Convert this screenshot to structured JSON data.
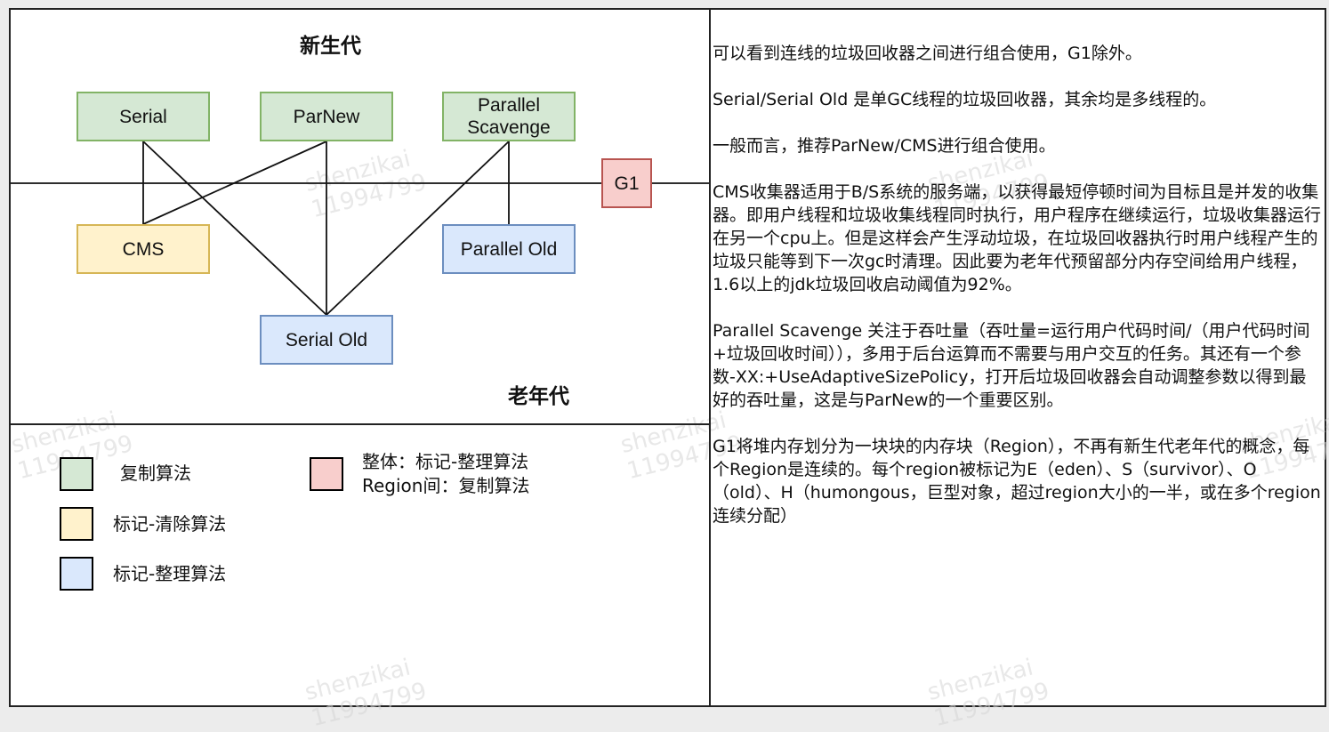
{
  "regions": {
    "young_gen": "新生代",
    "old_gen": "老年代"
  },
  "collectors": {
    "serial": "Serial",
    "parnew": "ParNew",
    "parallel_scavenge": "Parallel\nScavenge",
    "g1": "G1",
    "cms": "CMS",
    "parallel_old": "Parallel Old",
    "serial_old": "Serial Old"
  },
  "legend": {
    "copy": "复制算法",
    "mark_sweep": "标记-清除算法",
    "mark_compact": "标记-整理算法",
    "g1_line1": "整体：标记-整理算法",
    "g1_line2": "Region间：复制算法"
  },
  "colors": {
    "copy": "#d5e8d4",
    "mark_sweep": "#fff2cc",
    "mark_compact": "#dae8fc",
    "g1": "#f8cecc"
  },
  "notes": [
    "可以看到连线的垃圾回收器之间进行组合使用，G1除外。",
    "Serial/Serial Old 是单GC线程的垃圾回收器，其余均是多线程的。",
    "一般而言，推荐ParNew/CMS进行组合使用。",
    "CMS收集器适用于B/S系统的服务端，以获得最短停顿时间为目标且是并发的收集器。即用户线程和垃圾收集线程同时执行，用户程序在继续运行，垃圾收集器运行在另一个cpu上。但是这样会产生浮动垃圾，在垃圾回收器执行时用户线程产生的垃圾只能等到下一次gc时清理。因此要为老年代预留部分内存空间给用户线程，1.6以上的jdk垃圾回收启动阈值为92%。",
    "Parallel Scavenge 关注于吞吐量（吞吐量=运行用户代码时间/（用户代码时间+垃圾回收时间）），多用于后台运算而不需要与用户交互的任务。其还有一个参数-XX:+UseAdaptiveSizePolicy，打开后垃圾回收器会自动调整参数以得到最好的吞吐量，这是与ParNew的一个重要区别。",
    "G1将堆内存划分为一块块的内存块（Region），不再有新生代老年代的概念，每个Region是连续的。每个region被标记为E（eden）、S（survivor）、O（old）、H（humongous，巨型对象，超过region大小的一半，或在多个region连续分配）"
  ],
  "watermark": {
    "name": "shenzikai",
    "id": "11994799"
  }
}
